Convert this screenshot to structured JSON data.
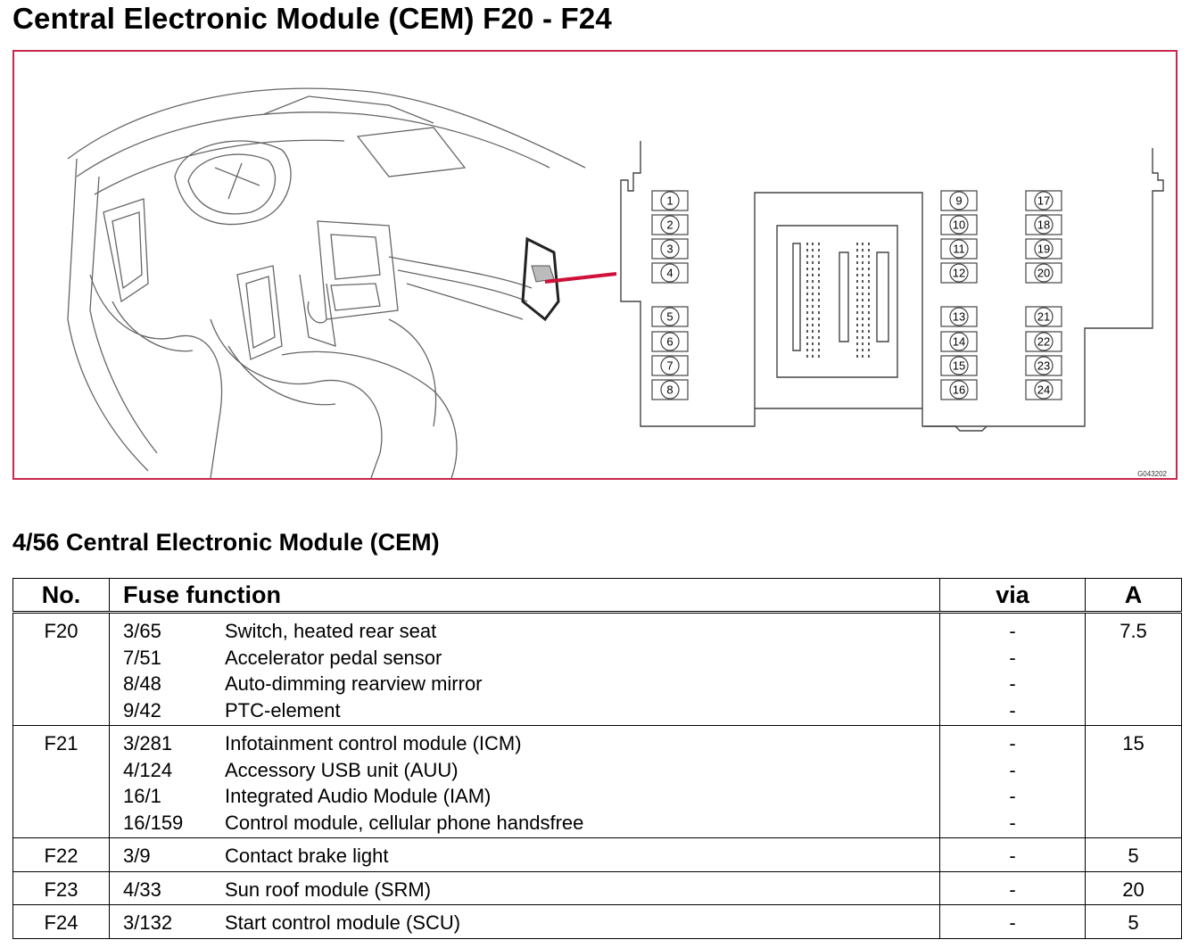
{
  "title": "Central Electronic Module (CEM) F20 - F24",
  "diagram": {
    "image_code": "G043202",
    "fuse_numbers": [
      "1",
      "2",
      "3",
      "4",
      "5",
      "6",
      "7",
      "8",
      "9",
      "10",
      "11",
      "12",
      "13",
      "14",
      "15",
      "16",
      "17",
      "18",
      "19",
      "20",
      "21",
      "22",
      "23",
      "24"
    ],
    "colors": {
      "frame": "#c8274f",
      "pointer": "#d0103a",
      "line": "#555555"
    }
  },
  "section_title": "4/56 Central Electronic Module (CEM)",
  "table": {
    "headers": {
      "no": "No.",
      "function": "Fuse function",
      "via": "via",
      "amps": "A"
    },
    "rows": [
      {
        "no": "F20",
        "amps": "7.5",
        "items": [
          {
            "ref": "3/65",
            "desc": "Switch, heated rear seat",
            "via": "-"
          },
          {
            "ref": "7/51",
            "desc": "Accelerator pedal sensor",
            "via": "-"
          },
          {
            "ref": "8/48",
            "desc": "Auto-dimming rearview mirror",
            "via": "-"
          },
          {
            "ref": "9/42",
            "desc": "PTC-element",
            "via": "-"
          }
        ]
      },
      {
        "no": "F21",
        "amps": "15",
        "items": [
          {
            "ref": "3/281",
            "desc": "Infotainment control module (ICM)",
            "via": "-"
          },
          {
            "ref": "4/124",
            "desc": "Accessory USB unit (AUU)",
            "via": "-"
          },
          {
            "ref": "16/1",
            "desc": "Integrated Audio Module (IAM)",
            "via": "-"
          },
          {
            "ref": "16/159",
            "desc": "Control module, cellular phone handsfree",
            "via": "-"
          }
        ]
      },
      {
        "no": "F22",
        "amps": "5",
        "items": [
          {
            "ref": "3/9",
            "desc": "Contact brake light",
            "via": "-"
          }
        ]
      },
      {
        "no": "F23",
        "amps": "20",
        "items": [
          {
            "ref": "4/33",
            "desc": "Sun roof module (SRM)",
            "via": "-"
          }
        ]
      },
      {
        "no": "F24",
        "amps": "5",
        "items": [
          {
            "ref": "3/132",
            "desc": "Start control module (SCU)",
            "via": "-"
          }
        ]
      }
    ]
  }
}
